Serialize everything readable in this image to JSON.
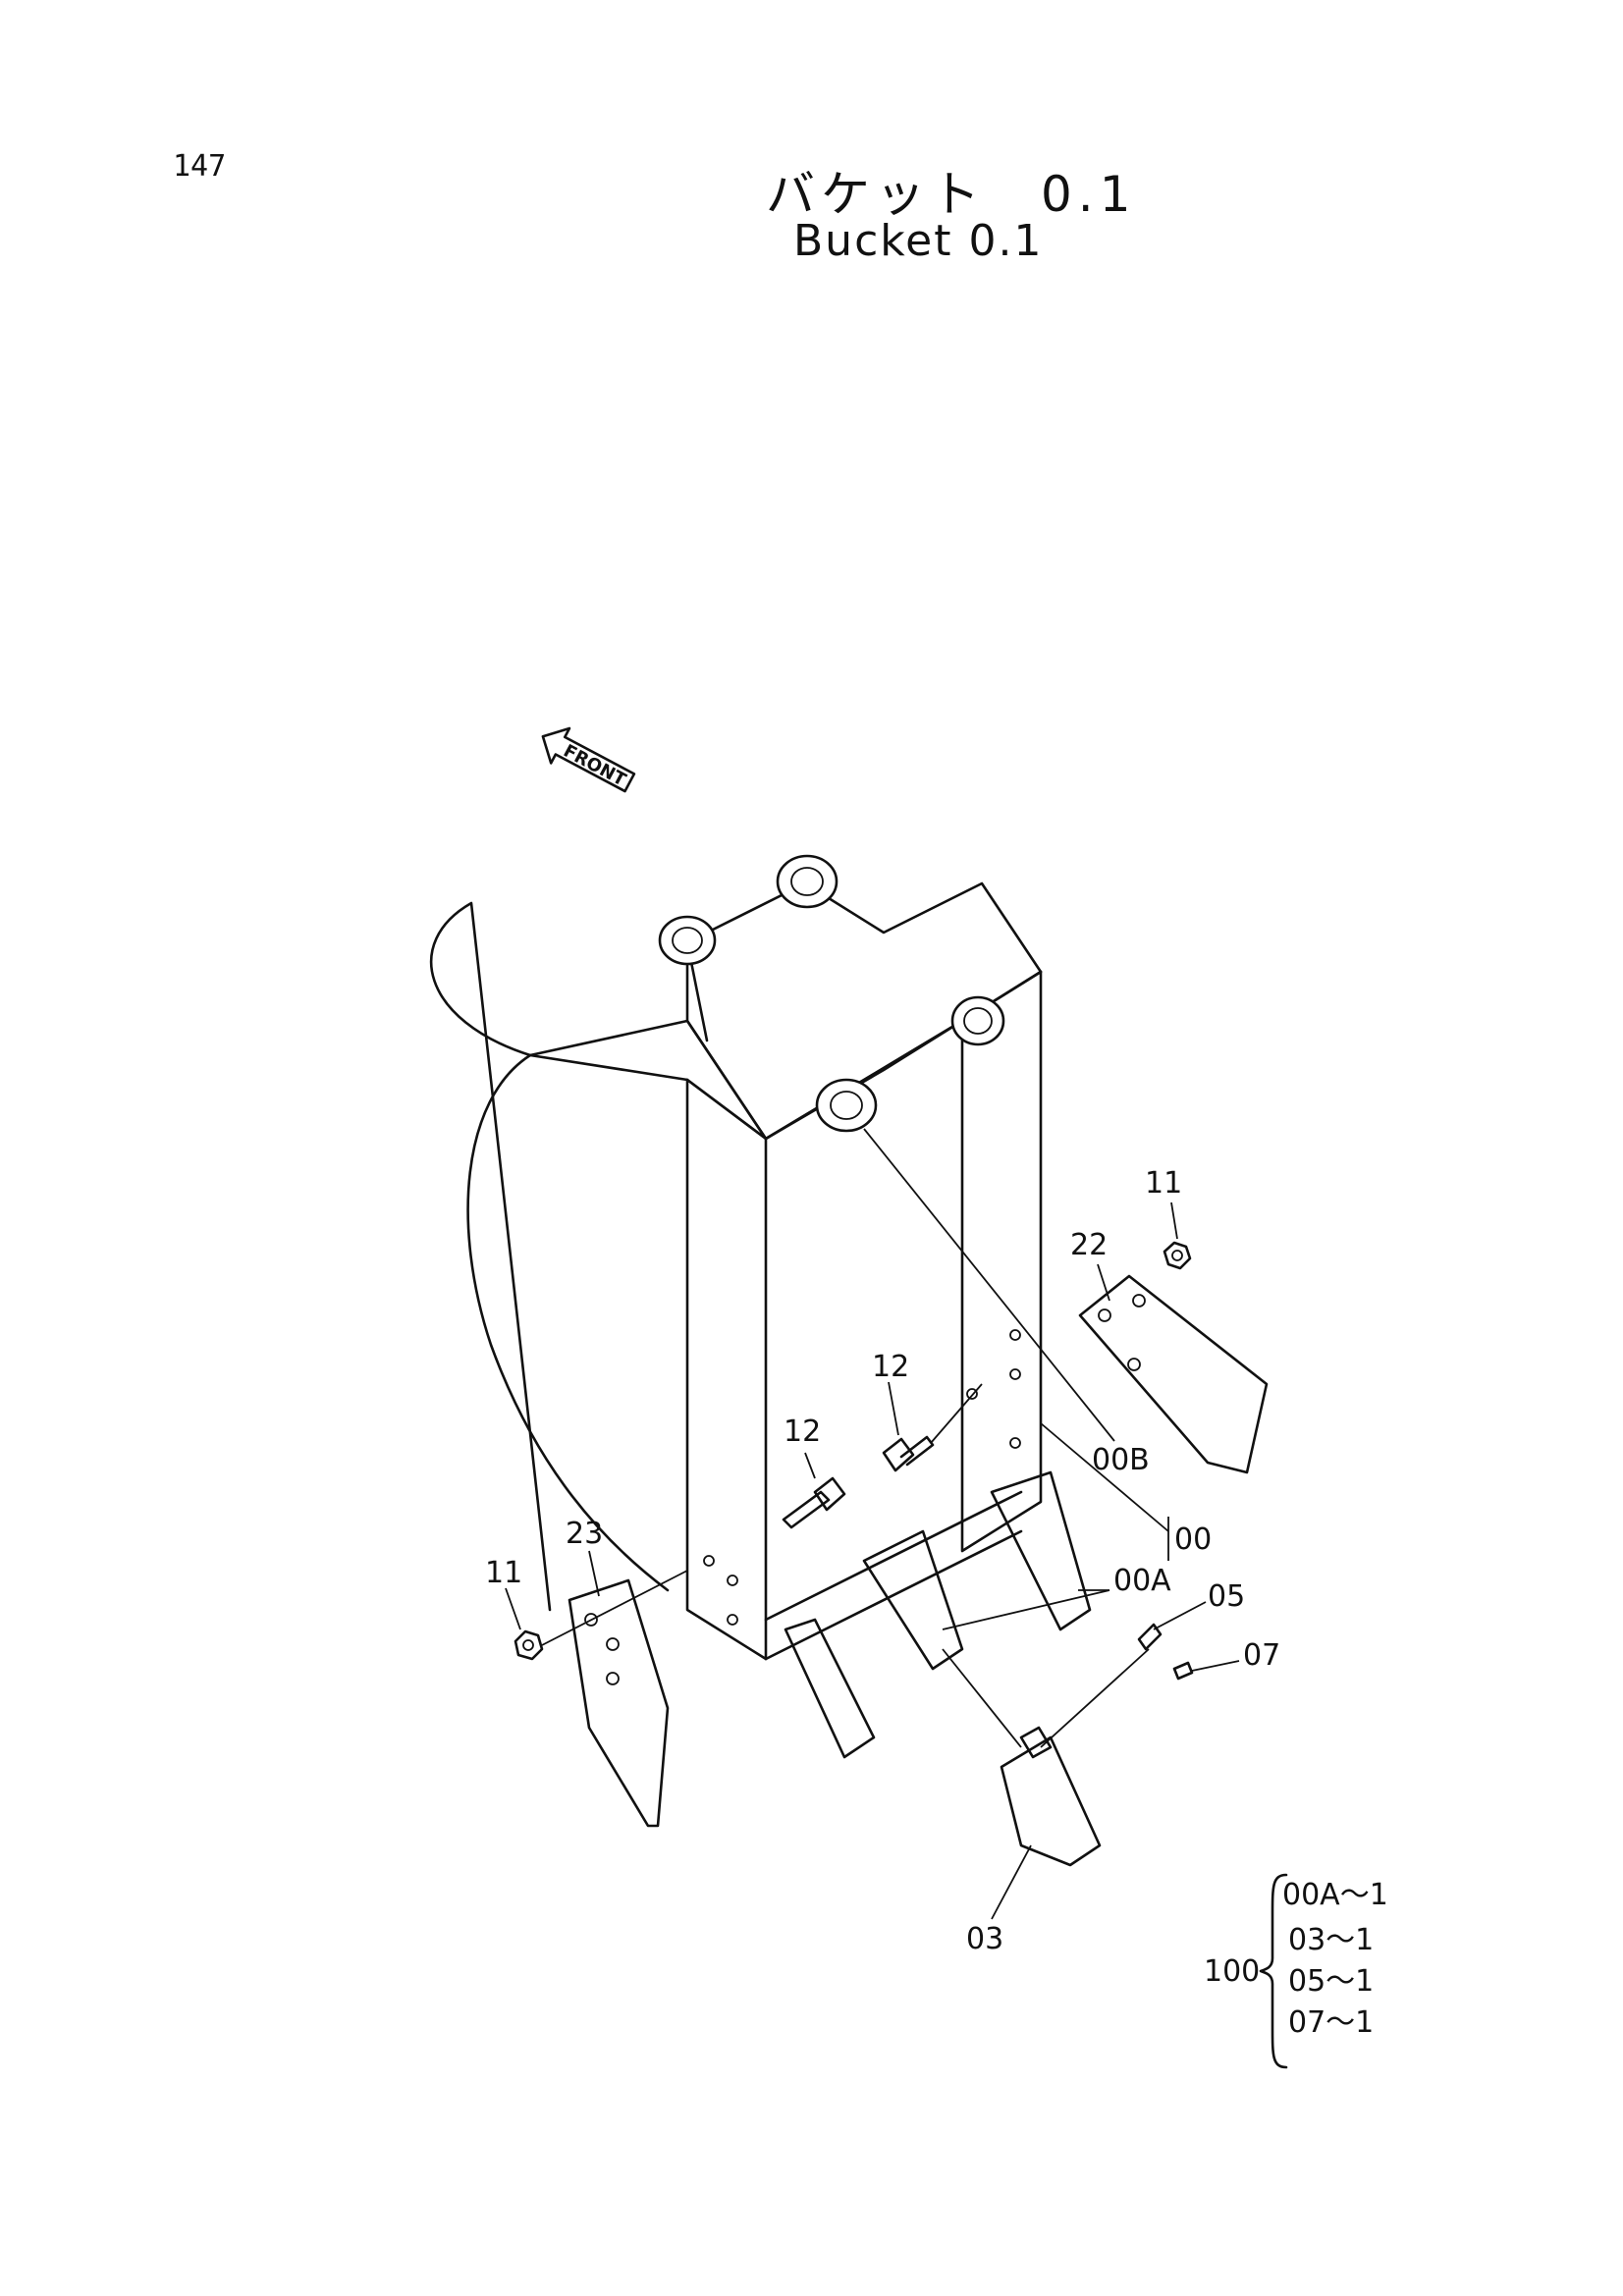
{
  "page_number": "147",
  "title": {
    "jp": "バケット　0.1",
    "en": "Bucket 0.1"
  },
  "front_arrow": "FRONT",
  "callouts": {
    "c11a": "11",
    "c22": "22",
    "c12a": "12",
    "c12b": "12",
    "c00b": "00B",
    "c00": "00",
    "c00a": "00A",
    "c05": "05",
    "c07": "07",
    "c23": "23",
    "c11b": "11",
    "c03": "03"
  },
  "kit": {
    "number": "100",
    "items": [
      "00A～1",
      "03～1",
      "05～1",
      "07～1"
    ]
  }
}
